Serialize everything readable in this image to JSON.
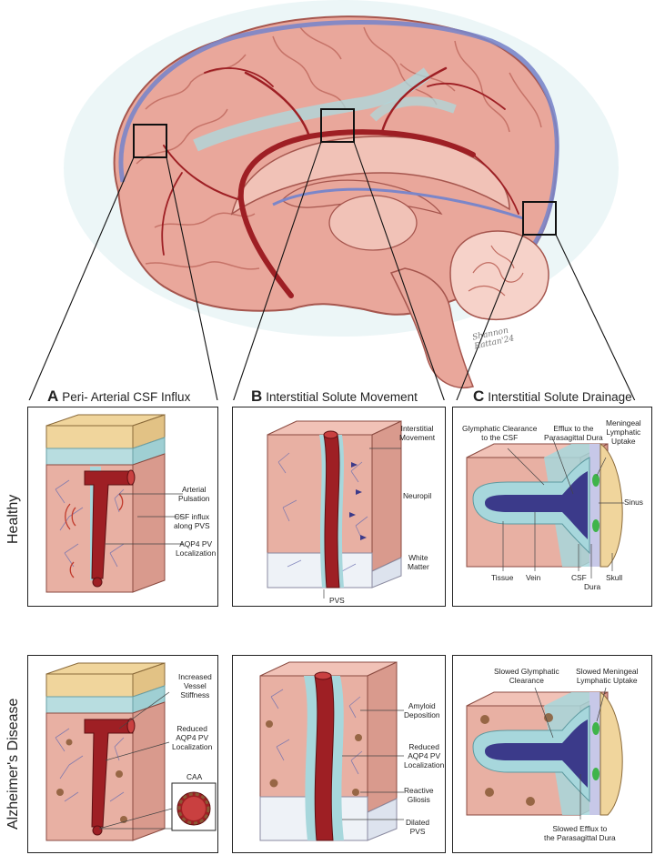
{
  "sections": {
    "a": {
      "letter": "A",
      "title": "Peri- Arterial CSF Influx"
    },
    "b": {
      "letter": "B",
      "title": "Interstitial Solute Movement"
    },
    "c": {
      "letter": "C",
      "title": "Interstitial Solute Drainage"
    }
  },
  "rows": {
    "healthy": "Healthy",
    "alzheimers": "Alzheimer's Disease"
  },
  "labels": {
    "a_healthy": {
      "arterial_pulsation": "Arterial\nPulsation",
      "csf_influx": "CSF influx\nalong PVS",
      "aqp4": "AQP4 PV\nLocalization"
    },
    "b_healthy": {
      "interstitial_movement": "Interstitial\nMovement",
      "neuropil": "Neuropil",
      "white_matter": "White\nMatter",
      "pvs": "PVS"
    },
    "c_healthy": {
      "glymphatic_clearance": "Glymphatic Clearance\nto the CSF",
      "efflux": "Efflux to the\nParasagittal Dura",
      "meningeal": "Meningeal\nLymphatic\nUptake",
      "sinus": "Sinus",
      "tissue": "Tissue",
      "vein": "Vein",
      "csf": "CSF",
      "dura": "Dura",
      "skull": "Skull"
    },
    "a_ad": {
      "stiffness": "Increased\nVessel\nStiffness",
      "reduced_aqp4": "Reduced\nAQP4 PV\nLocalization",
      "caa": "CAA"
    },
    "b_ad": {
      "amyloid": "Amyloid\nDeposition",
      "reduced_aqp4": "Reduced\nAQP4 PV\nLocalization",
      "gliosis": "Reactive\nGliosis",
      "dilated_pvs": "Dilated\nPVS"
    },
    "c_ad": {
      "slowed_glymphatic": "Slowed Glymphatic\nClearance",
      "slowed_meningeal": "Slowed Meningeal\nLymphatic Uptake",
      "slowed_efflux": "Slowed Efflux to\nthe Parasagittal Dura"
    }
  },
  "signature": "Shannon\nRattan'24",
  "colors": {
    "brain": "#e9a79b",
    "brain_dark": "#b9574f",
    "artery": "#9e1f24",
    "csf": "#a9dbe0",
    "vein_blue": "#7b86c9",
    "skull": "#f0d59c",
    "tissue": "#e8b0a3",
    "vessel_wall": "#a7d7dc",
    "sinus": "#3b3a8a",
    "plaque": "#8a5a35"
  }
}
